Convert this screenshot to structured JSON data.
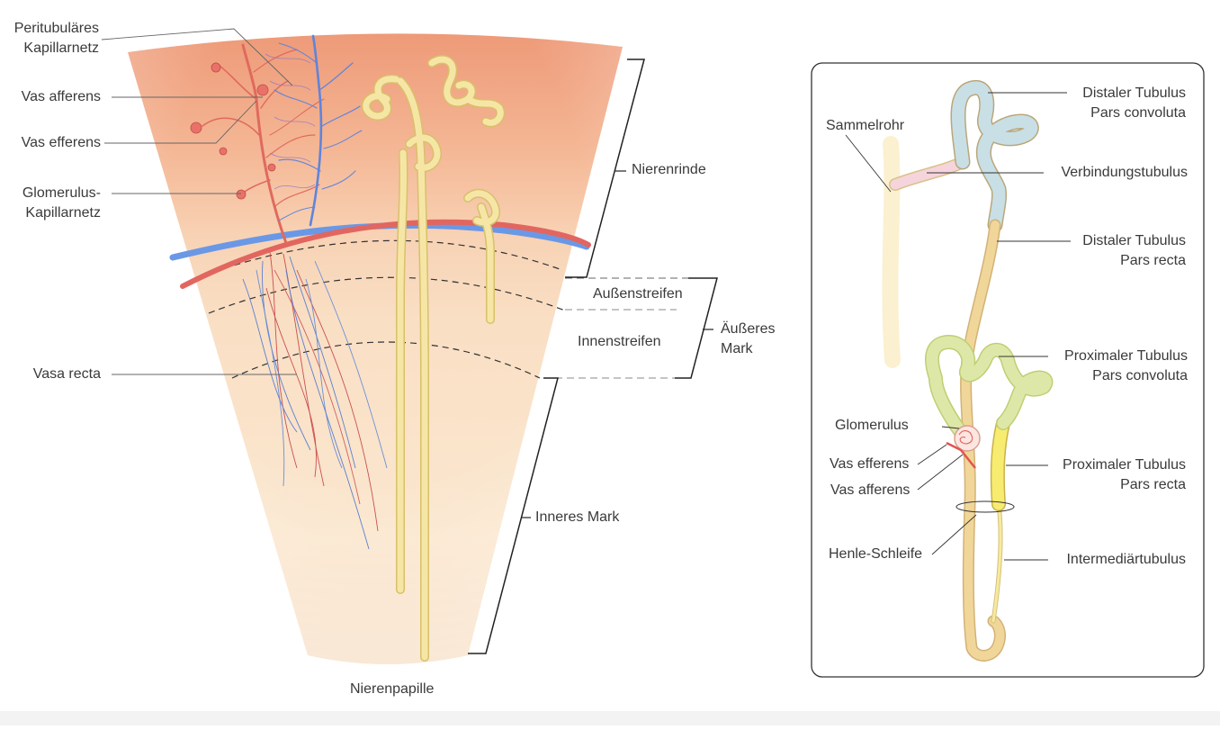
{
  "left_labels": {
    "peritubular_line1": "Peritubuläres",
    "peritubular_line2": "Kapillarnetz",
    "vas_afferens": "Vas afferens",
    "vas_efferens": "Vas efferens",
    "glomerulus_line1": "Glomerulus-",
    "glomerulus_line2": "Kapillarnetz",
    "vasa_recta": "Vasa recta"
  },
  "zones": {
    "nierenrinde": "Nierenrinde",
    "aussenstreifen": "Außenstreifen",
    "innenstreifen": "Innenstreifen",
    "aeusseres_mark_line1": "Äußeres",
    "aeusseres_mark_line2": "Mark",
    "inneres_mark": "Inneres Mark",
    "nierenpapille": "Nierenpapille"
  },
  "nephron_labels": {
    "sammelrohr": "Sammelrohr",
    "distal_conv_line1": "Distaler Tubulus",
    "distal_conv_line2": "Pars convoluta",
    "verbindungstubulus": "Verbindungstubulus",
    "distal_recta_line1": "Distaler Tubulus",
    "distal_recta_line2": "Pars recta",
    "proximal_conv_line1": "Proximaler Tubulus",
    "proximal_conv_line2": "Pars convoluta",
    "glomerulus": "Glomerulus",
    "vas_efferens": "Vas efferens",
    "vas_afferens": "Vas afferens",
    "proximal_recta_line1": "Proximaler Tubulus",
    "proximal_recta_line2": "Pars recta",
    "henle": "Henle-Schleife",
    "intermediaer": "Intermediärtubulus"
  },
  "colors": {
    "cortex": "#f0a07e",
    "medulla": "#f9e3c4",
    "artery": "#e0605a",
    "vein": "#5b8de0",
    "tubule": "#f6e6a6",
    "distal_conv": "#c9dfe6",
    "proximal_conv": "#dde8a8",
    "proximal_recta": "#f8ec70",
    "connecting": "#f6d4dc",
    "collecting": "#fbf0d0",
    "loop": "#f1d69a"
  }
}
